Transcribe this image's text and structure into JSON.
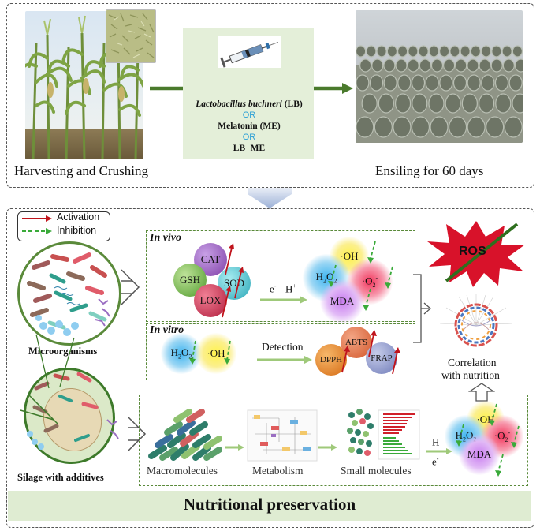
{
  "top": {
    "harvest_label": "Harvesting and Crushing",
    "ensile_label": "Ensiling for 60 days",
    "treatment_lb": "Lactobacillus buchneri",
    "treatment_lb_abbr": " (LB)",
    "or_1": "OR",
    "treatment_me": "Melatonin (ME)",
    "or_2": "OR",
    "treatment_combo": "LB+ME"
  },
  "legend": {
    "activation": "Activation",
    "inhibition": "Inhibition"
  },
  "left": {
    "microorganisms": "Microorganisms",
    "silage": "Silage with additives"
  },
  "in_vivo": {
    "title": "In vivo",
    "enzymes": [
      "CAT",
      "GSH",
      "SOD",
      "LOX"
    ],
    "electron": "e",
    "electron_sup": "-",
    "proton": "H",
    "proton_sup": "+",
    "oh": "·OH",
    "h2o2": "H",
    "h2o2_sub": "2",
    "h2o2_o": "O",
    "h2o2_sub2": "2",
    "o2": "·O",
    "o2_sub": "2",
    "o2_sup": "-",
    "mda": "MDA"
  },
  "in_vitro": {
    "title": "In vitro",
    "h2o2": "H",
    "h2o2_sub": "2",
    "h2o2_o": "O",
    "h2o2_sub2": "2",
    "oh": "·OH",
    "detection": "Detection",
    "assays": [
      "DPPH",
      "ABTS",
      "FRAP"
    ]
  },
  "right": {
    "ros": "ROS",
    "correlation_1": "Correlation",
    "correlation_2": "with nutrition"
  },
  "bottom": {
    "macro": "Macromolecules",
    "metabolism": "Metabolism",
    "small": "Small molecules",
    "proton": "H",
    "proton_sup": "+",
    "electron": "e",
    "electron_sup": "-",
    "oh": "·OH",
    "h2o2": "H",
    "h2o2_sub": "2",
    "h2o2_o": "O",
    "h2o2_sub2": "2",
    "o2": "·O",
    "o2_sub": "2",
    "o2_sup": "-",
    "mda": "MDA",
    "banner": "Nutritional preservation"
  },
  "colors": {
    "green_accent": "#4a7a2c",
    "banner_bg": "#dfecd2",
    "treatment_bg": "#e4efd9",
    "activation": "#c0141c",
    "inhibition": "#3aaa3a",
    "or_text": "#2a9fd6"
  }
}
